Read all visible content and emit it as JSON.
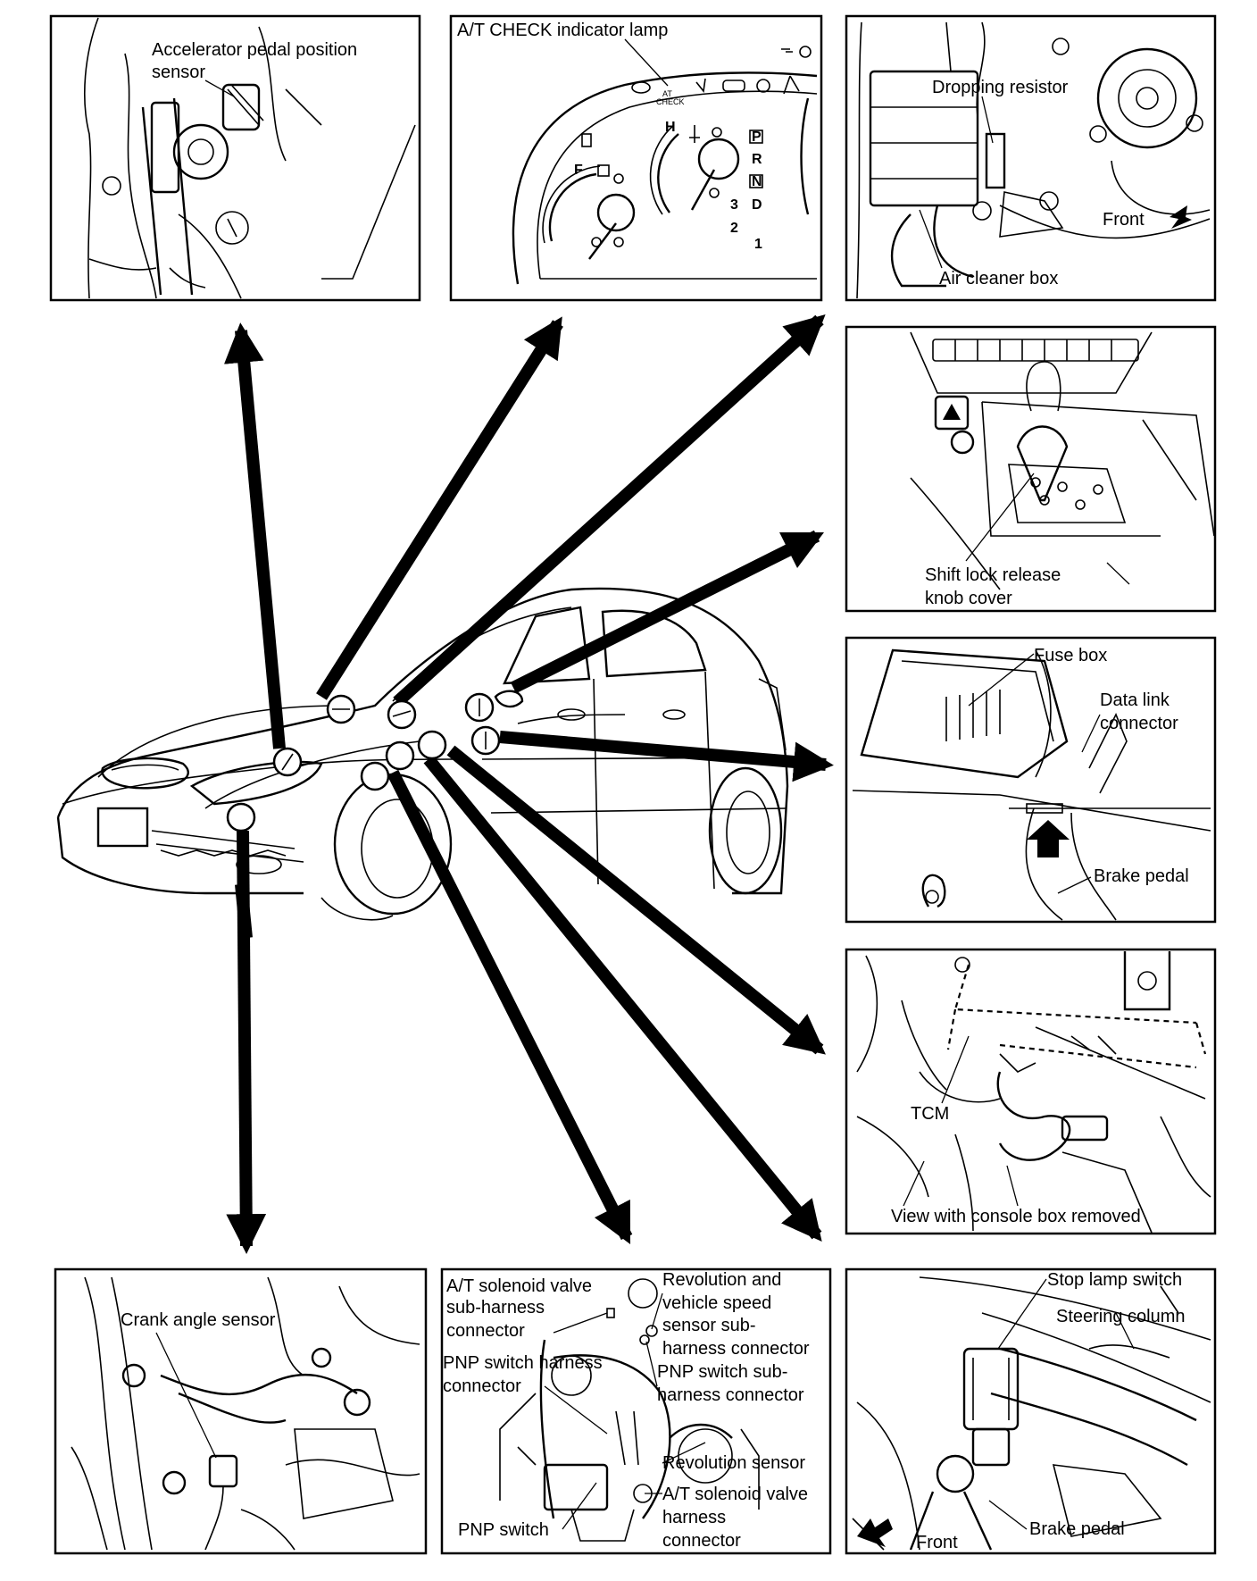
{
  "panels": {
    "accelerator": {
      "label_lines": [
        "Accelerator pedal position",
        "sensor"
      ]
    },
    "at_check": {
      "label": "A/T CHECK indicator lamp",
      "tiny_at": "AT",
      "tiny_check": "CHECK",
      "gauge_h": "H",
      "gauge_f": "F",
      "gears_right": [
        "P",
        "R",
        "N",
        "D",
        "1"
      ],
      "gears_left": [
        "3",
        "2"
      ]
    },
    "dropping_resistor": {
      "label_resistor": "Dropping resistor",
      "label_front": "Front",
      "label_air": "Air cleaner box"
    },
    "shift_lock": {
      "label_lines": [
        "Shift lock release",
        "knob cover"
      ]
    },
    "fuse_box": {
      "label_fuse": "Fuse box",
      "label_dlc": [
        "Data link",
        "connector"
      ],
      "label_brake": "Brake pedal"
    },
    "tcm": {
      "label_tcm": "TCM",
      "label_view": "View with console box removed"
    },
    "crank": {
      "label": "Crank angle sensor"
    },
    "at_solenoid": {
      "l1": [
        "A/T solenoid valve",
        "sub-harness",
        "connector"
      ],
      "l2": [
        "PNP switch harness",
        "connector"
      ],
      "l3": "PNP switch",
      "r1": [
        "Revolution and",
        "vehicle speed",
        "sensor sub-",
        "harness connector"
      ],
      "r2": [
        "PNP switch sub-",
        "harness connector"
      ],
      "r3": "Revolution sensor",
      "r4": [
        "A/T solenoid valve",
        "harness",
        "connector"
      ]
    },
    "stop_lamp": {
      "label_switch": "Stop lamp switch",
      "label_column": "Steering column",
      "label_front": "Front",
      "label_brake": "Brake pedal"
    }
  }
}
